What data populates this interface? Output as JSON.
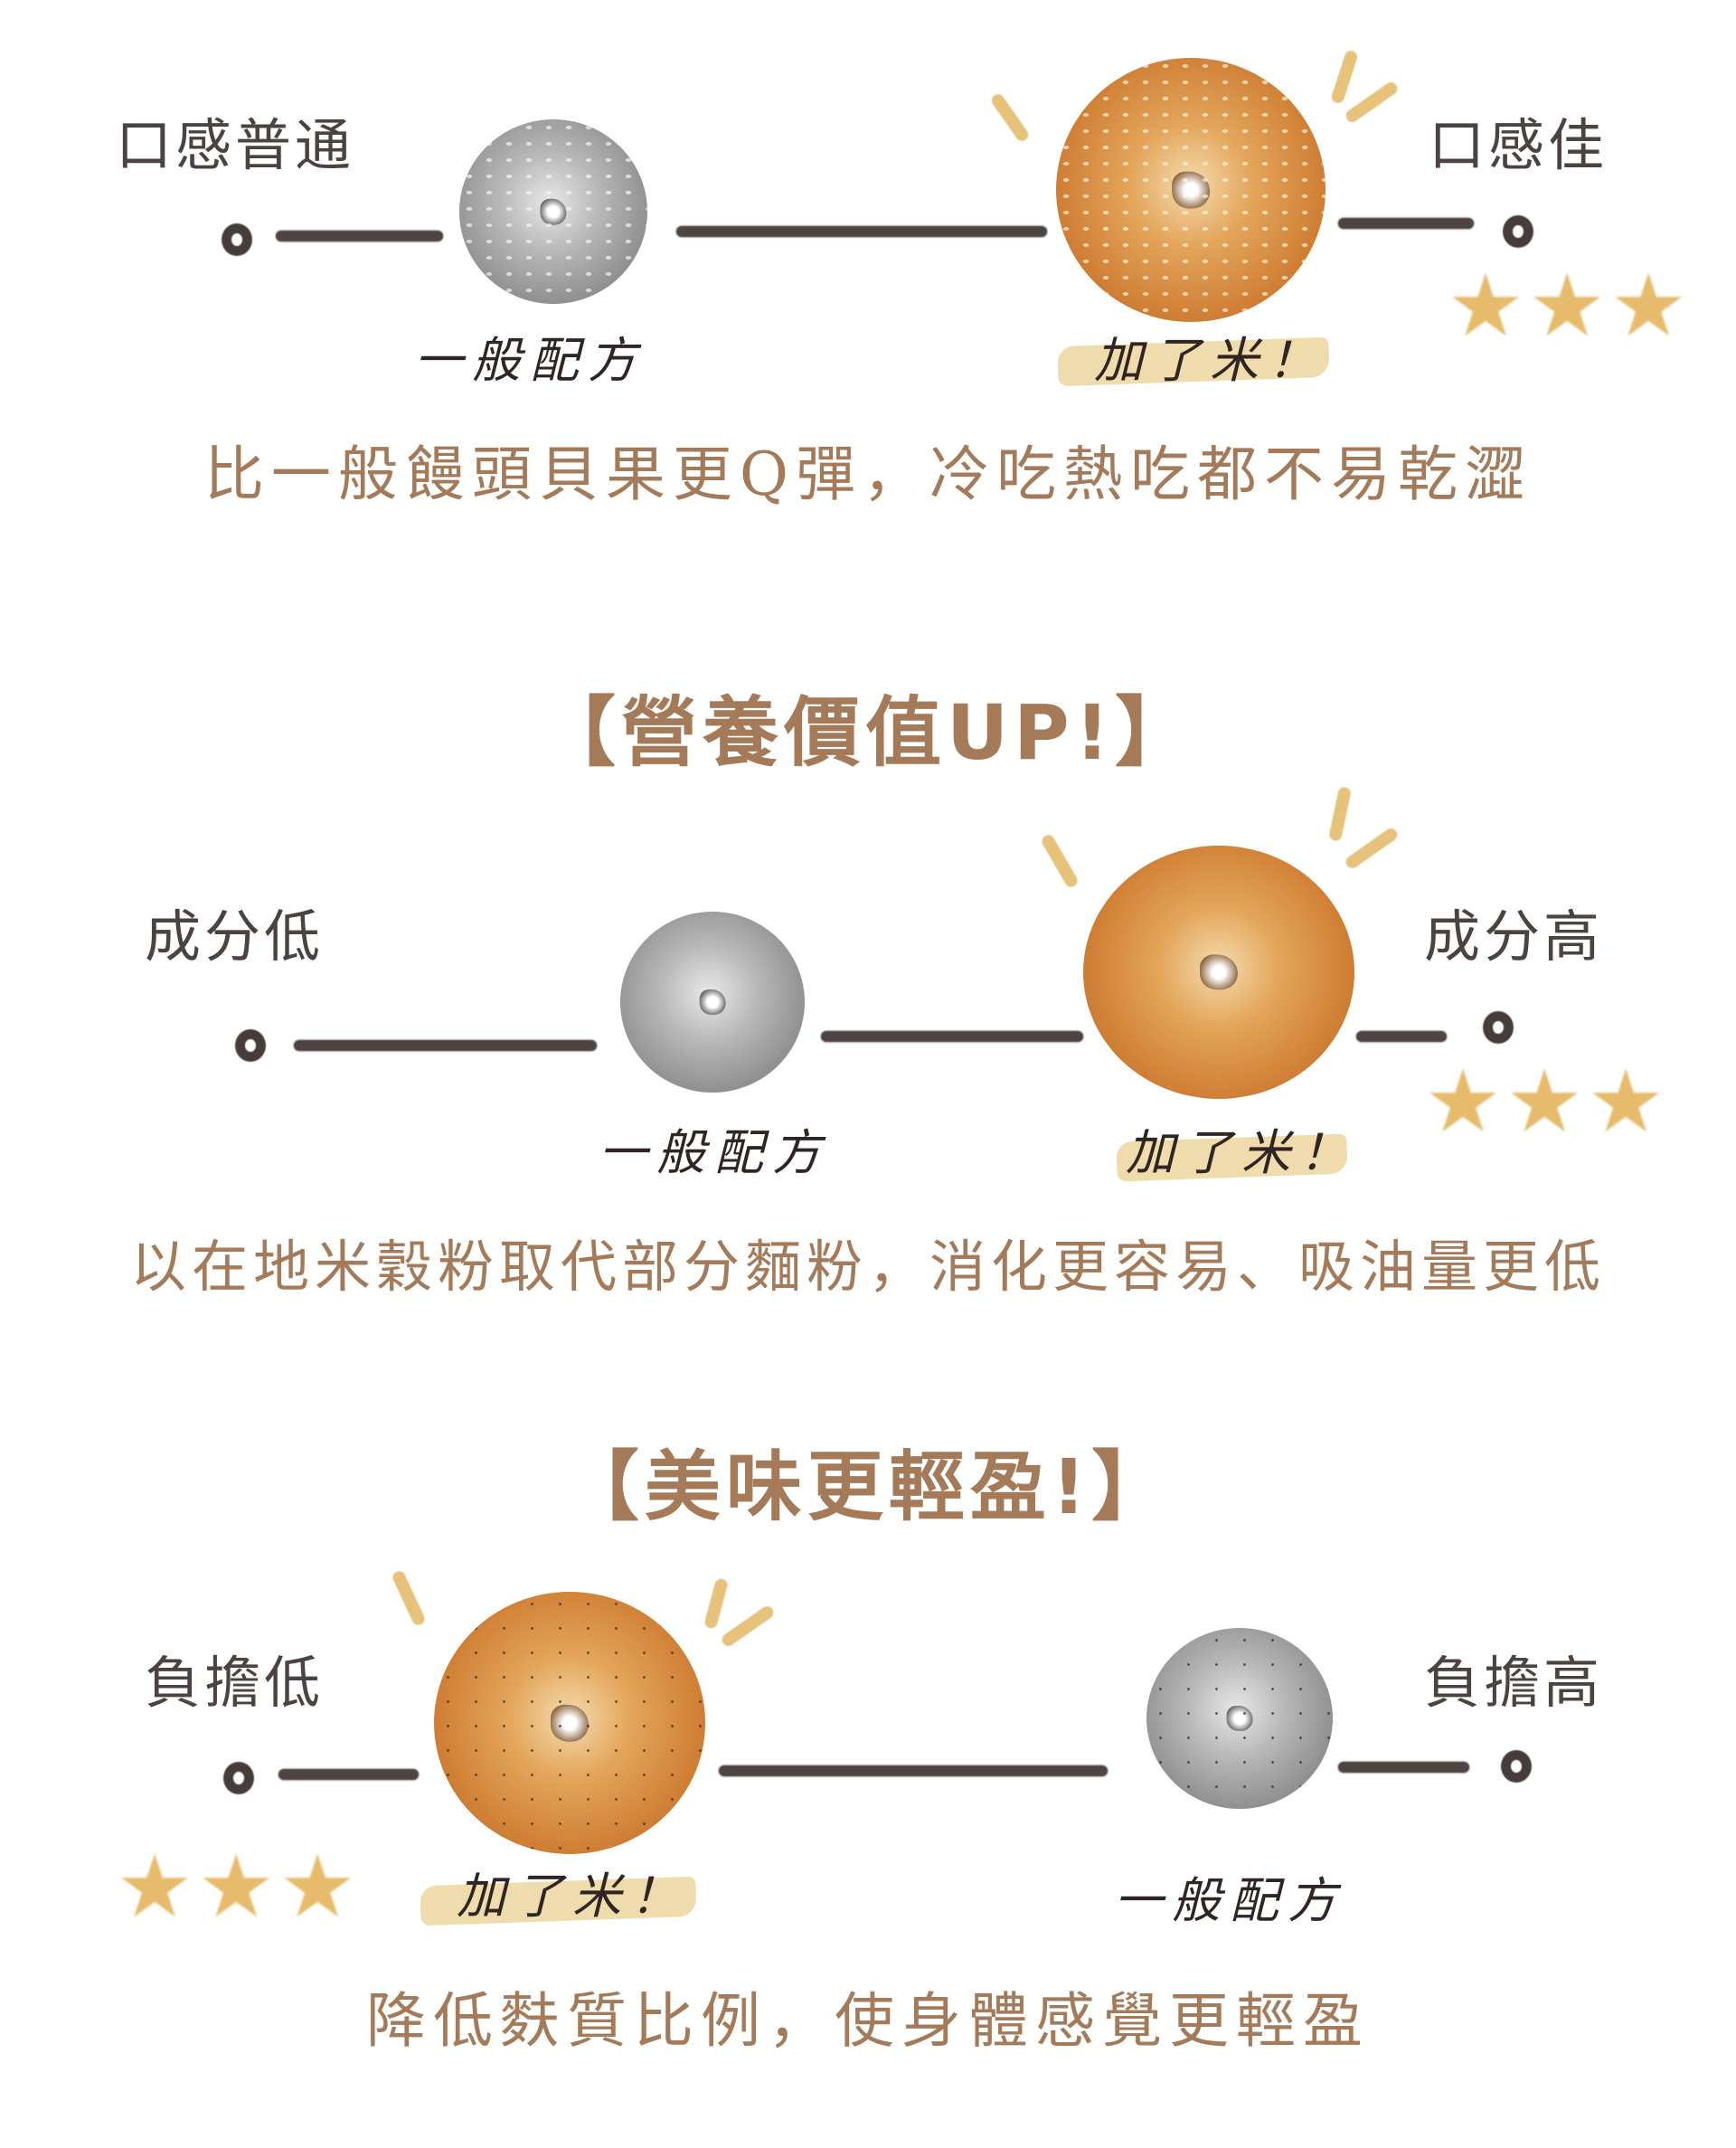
{
  "colors": {
    "label_text": "#4a4340",
    "caption_text": "#a47a59",
    "heading_text": "#a47a59",
    "line": "#4e4441",
    "star": "#e6bb6b",
    "highlight": "#eed9a8"
  },
  "sections": [
    {
      "heading": "",
      "left_label": "口感普通",
      "right_label": "口感佳",
      "regular_tag": "一般配方",
      "rice_tag": "加了米！",
      "caption": "比一般饅頭貝果更Q彈，冷吃熱吃都不易乾澀",
      "stars_icon": "★★★"
    },
    {
      "heading": "【營養價值UP!】",
      "left_label": "成分低",
      "right_label": "成分高",
      "regular_tag": "一般配方",
      "rice_tag": "加了米！",
      "caption": "以在地米穀粉取代部分麵粉，消化更容易、吸油量更低",
      "stars_icon": "★★★"
    },
    {
      "heading": "【美味更輕盈!】",
      "left_label": "負擔低",
      "right_label": "負擔高",
      "regular_tag": "一般配方",
      "rice_tag": "加了米！",
      "caption": "降低麩質比例，使身體感覺更輕盈",
      "stars_icon": "★★★"
    }
  ]
}
